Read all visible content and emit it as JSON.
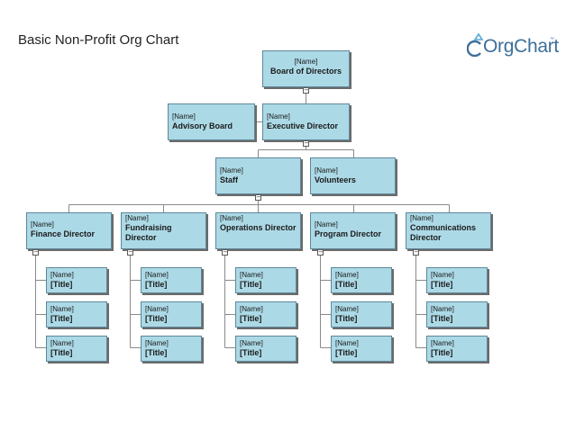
{
  "title": "Basic Non-Profit Org Chart",
  "logo": {
    "text": "OrgChart",
    "tm": "™",
    "icon": "orgchart-logo-icon"
  },
  "collapse_symbol": "−",
  "board": {
    "name": "[Name]",
    "title": "Board of Directors"
  },
  "advisory": {
    "name": "[Name]",
    "title": "Advisory Board"
  },
  "executive": {
    "name": "[Name]",
    "title": "Executive Director"
  },
  "staff": {
    "name": "[Name]",
    "title": "Staff"
  },
  "volunteers": {
    "name": "[Name]",
    "title": "Volunteers"
  },
  "directors": [
    {
      "name": "[Name]",
      "title": "Finance Director",
      "reports": [
        {
          "name": "[Name]",
          "title": "[Title]"
        },
        {
          "name": "[Name]",
          "title": "[Title]"
        },
        {
          "name": "[Name]",
          "title": "[Title]"
        }
      ]
    },
    {
      "name": "[Name]",
      "title": "Fundraising Director",
      "reports": [
        {
          "name": "[Name]",
          "title": "[Title]"
        },
        {
          "name": "[Name]",
          "title": "[Title]"
        },
        {
          "name": "[Name]",
          "title": "[Title]"
        }
      ]
    },
    {
      "name": "[Name]",
      "title": "Operations Director",
      "reports": [
        {
          "name": "[Name]",
          "title": "[Title]"
        },
        {
          "name": "[Name]",
          "title": "[Title]"
        },
        {
          "name": "[Name]",
          "title": "[Title]"
        }
      ]
    },
    {
      "name": "[Name]",
      "title": "Program Director",
      "reports": [
        {
          "name": "[Name]",
          "title": "[Title]"
        },
        {
          "name": "[Name]",
          "title": "[Title]"
        },
        {
          "name": "[Name]",
          "title": "[Title]"
        }
      ]
    },
    {
      "name": "[Name]",
      "title": "Communications Director",
      "reports": [
        {
          "name": "[Name]",
          "title": "[Title]"
        },
        {
          "name": "[Name]",
          "title": "[Title]"
        },
        {
          "name": "[Name]",
          "title": "[Title]"
        }
      ]
    }
  ]
}
